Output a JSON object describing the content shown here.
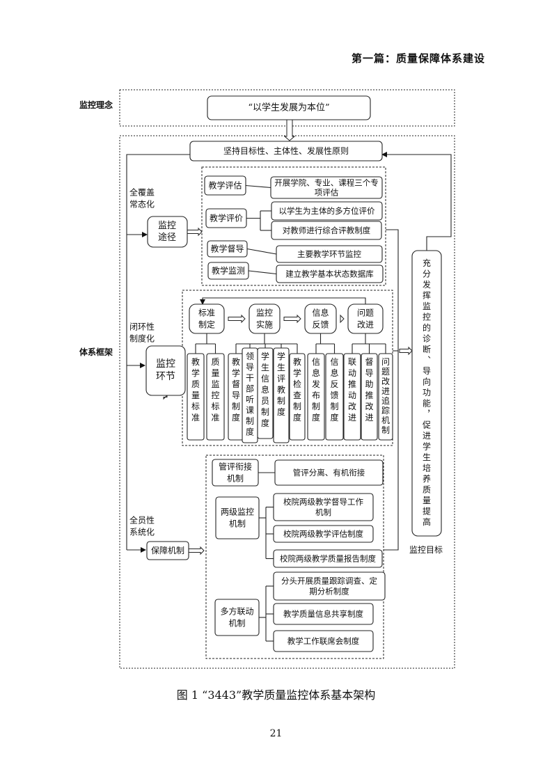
{
  "header": "第一篇：质量保障体系建设",
  "caption": "图 1 “3443”教学质量监控体系基本架构",
  "page_number": "21",
  "sections": {
    "concept_label": "监控理念",
    "framework_label": "体系框架",
    "goal_label": "监控目标"
  },
  "concept_box": "“以学生发展为本位”",
  "principle_box": "坚持目标性、主体性、发展性原则",
  "goal_box": "充分发挥监控的诊断、导向功能，促进学生培养质量提高",
  "side_labels": {
    "coverage": [
      "全覆盖",
      "常态化"
    ],
    "closed_loop": [
      "闭环性",
      "制度化"
    ],
    "all_staff": [
      "全员性",
      "系统化"
    ]
  },
  "path_box": [
    "监控",
    "途径"
  ],
  "loop_box": [
    "监控",
    "环节"
  ],
  "guarantee_box": "保障机制",
  "paths": [
    {
      "label": "教学评估",
      "items": [
        [
          "开展学院、专业、课程三个专",
          "项评估"
        ]
      ]
    },
    {
      "label": "教学评价",
      "items": [
        [
          "以学生为主体的多方位评价"
        ],
        [
          "对教师进行综合评教制度"
        ]
      ]
    },
    {
      "label": "教学督导",
      "items": [
        [
          "主要教学环节监控"
        ]
      ]
    },
    {
      "label": "教学监测",
      "items": [
        [
          "建立教学基本状态数据库"
        ]
      ]
    }
  ],
  "stages": [
    {
      "label": [
        "标准",
        "制定"
      ]
    },
    {
      "label": [
        "监控",
        "实施"
      ]
    },
    {
      "label": [
        "信息",
        "反馈"
      ]
    },
    {
      "label": [
        "问题",
        "改进"
      ]
    }
  ],
  "systems": [
    "教学质量标准",
    "质量监控标准",
    "教学督导制度",
    "领导干部听课制度",
    "学生信息员制度",
    "学生评教制度",
    "教学检查制度",
    "信息发布制度",
    "信息反馈制度",
    "联动推动改进",
    "督导助推改进",
    "问题改进追踪机制"
  ],
  "mechanisms": [
    {
      "label": [
        "管评衔接",
        "机制"
      ],
      "items": [
        [
          "管评分离、有机衔接"
        ]
      ]
    },
    {
      "label": [
        "两级监控",
        "机制"
      ],
      "items": [
        [
          "校院两级教学督导工作",
          "机制"
        ],
        [
          "校院两级教学评估制度"
        ],
        [
          "校院两级教学质量报告制度"
        ]
      ]
    },
    {
      "label": [
        "多方联动",
        "机制"
      ],
      "items": [
        [
          "分头开展质量跟踪调查、定",
          "期分析制度"
        ],
        [
          "教学质量信息共享制度"
        ],
        [
          "教学工作联席会制度"
        ]
      ]
    }
  ]
}
